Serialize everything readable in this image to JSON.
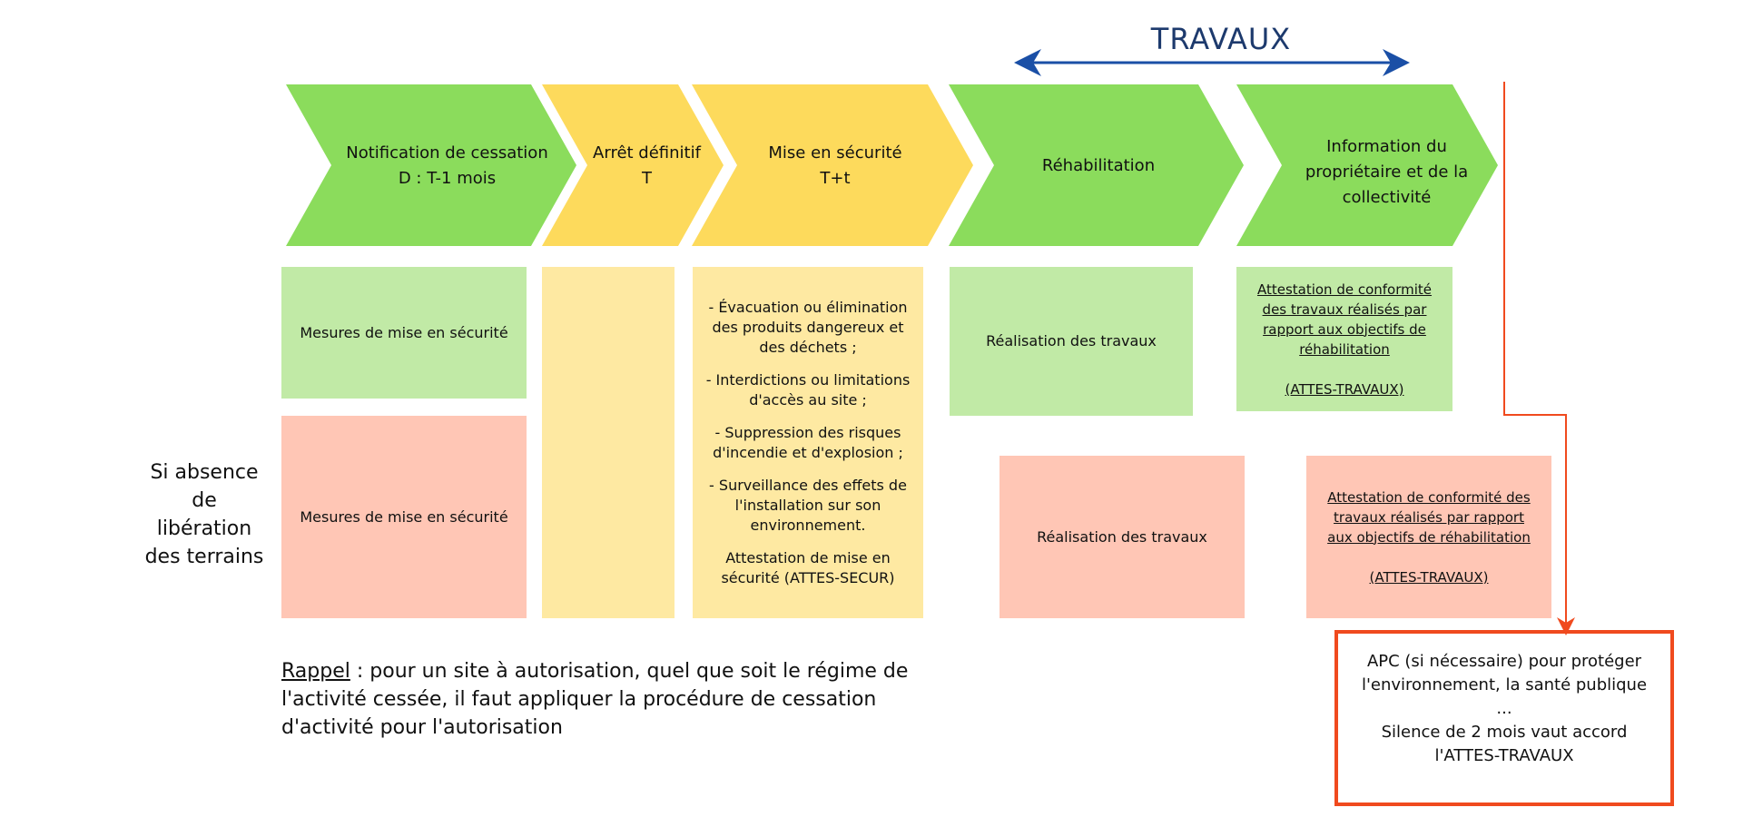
{
  "header": {
    "title": "TRAVAUX"
  },
  "phases": [
    {
      "lines": [
        "Notification de cessation",
        "D : T-1 mois"
      ]
    },
    {
      "lines": [
        "Arrêt définitif",
        "T"
      ]
    },
    {
      "lines": [
        "Mise en sécurité",
        "T+t"
      ]
    },
    {
      "lines": [
        "Réhabilitation"
      ]
    },
    {
      "lines": [
        "Information du",
        "propriétaire et de la",
        "collectivité"
      ]
    }
  ],
  "rows": {
    "green_measures": "Mesures de mise en sécurité",
    "salmon_measures": "Mesures de mise en sécurité",
    "security_list": [
      "- Évacuation ou élimination",
      "des produits dangereux et",
      "des déchets ;",
      "",
      "- Interdictions ou limitations",
      "d'accès au site ;",
      "",
      "- Suppression des risques",
      "d'incendie et d'explosion ;",
      "",
      "- Surveillance des effets de",
      "l'installation sur son",
      "environnement.",
      "",
      "Attestation de mise en",
      "sécurité (ATTES-SECUR)"
    ],
    "works_green": "Réalisation des travaux",
    "works_salmon": "Réalisation des travaux",
    "attest_green": [
      "Attestation de conformité",
      "des travaux réalisés par",
      "rapport aux objectifs de",
      "réhabilitation",
      "",
      "(ATTES-TRAVAUX)"
    ],
    "attest_salmon": [
      "Attestation de conformité des",
      "travaux réalisés par rapport",
      "aux objectifs de réhabilitation",
      "",
      "(ATTES-TRAVAUX)"
    ]
  },
  "side_label": [
    "Si absence",
    "de",
    "libération",
    "des terrains"
  ],
  "rappel": {
    "keyword": "Rappel",
    "text": " : pour un site à autorisation, quel que soit le régime de l'activité cessée, il faut appliquer la procédure de cessation d'activité pour l'autorisation"
  },
  "apc": {
    "lines": [
      "APC (si nécessaire) pour protéger",
      "l'environnement, la santé publique",
      "...",
      "Silence de 2 mois vaut accord",
      "l'ATTES-TRAVAUX"
    ]
  },
  "colors": {
    "green": "#8bdc5c",
    "yellow": "#fdda5c",
    "light_green": "#c1eaa6",
    "light_yellow": "#fee9a2",
    "salmon": "#ffc6b5",
    "arrow_blue": "#1a4fa6",
    "accent_red": "#f04a1e",
    "title_navy": "#1d3a6d"
  }
}
